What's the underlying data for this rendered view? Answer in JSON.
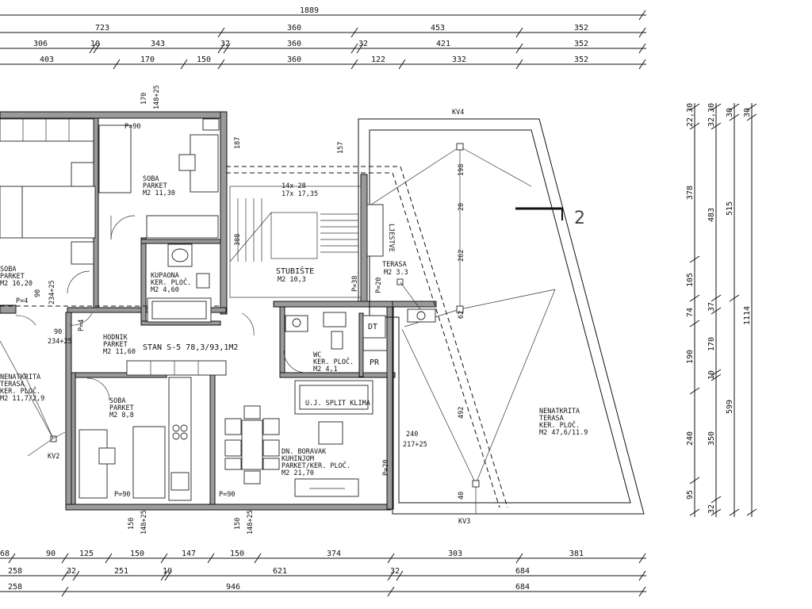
{
  "top_dims": {
    "row1": [
      "1889"
    ],
    "row2": [
      "723",
      "360",
      "453",
      "352"
    ],
    "row3": [
      "306",
      "10",
      "343",
      "32",
      "360",
      "32",
      "421",
      "352"
    ],
    "row4": [
      "403",
      "170",
      "150",
      "360",
      "122",
      "332",
      "352"
    ]
  },
  "bottom_dims": {
    "row1": [
      "68",
      "90",
      "125",
      "150",
      "147",
      "150",
      "374",
      "303",
      "381"
    ],
    "row2": [
      "258",
      "32",
      "251",
      "10",
      "621",
      "32",
      "684"
    ],
    "row3": [
      "258",
      "946",
      "684"
    ]
  },
  "right_dims": {
    "col1": [
      "22,30",
      "378",
      "105",
      "74",
      "190",
      "240",
      "95"
    ],
    "col2": [
      "32,30",
      "483",
      "37",
      "170",
      "10",
      "350",
      "32"
    ],
    "col3": [
      "30",
      "515",
      "599"
    ],
    "col4": [
      "30",
      "1114"
    ]
  },
  "section_marker": "2",
  "rooms": {
    "soba1": {
      "name": "SOBA",
      "floor": "PARKET",
      "area": "M2 11,30"
    },
    "soba2": {
      "name": "SOBA",
      "floor": "PARKET",
      "area": "M2 16,20"
    },
    "kupaona": {
      "name": "KUPAONA",
      "floor": "KER. PLOČ.",
      "area": "M2 4,60"
    },
    "stubiste": {
      "name": "STUBIŠTE",
      "area": "M2 10,3"
    },
    "stairs_info1": "14x 28",
    "stairs_info2": "17x 17,35",
    "ljestve": "LJESTVE",
    "terasa_small": {
      "name": "TERASA",
      "area": "M2 3.3"
    },
    "hodnik": {
      "name": "HODNIK",
      "floor": "PARKET",
      "area": "M2 11,60"
    },
    "stan": "STAN S-5  78,3/93,1M2",
    "wc": {
      "name": "WC",
      "floor": "KER. PLOČ.",
      "area": "M2 4,1"
    },
    "soba3": {
      "name": "SOBA",
      "floor": "PARKET",
      "area": "M2 8,8"
    },
    "dn": {
      "name": "DN. BORAVAK",
      "sub": "KUHINJOM",
      "floor": "PARKET/KER. PLOČ.",
      "area": "M2 21,70"
    },
    "nenatkrita_left": {
      "name": "NENATKRITA",
      "sub": "TERASA",
      "floor": "KER. PLOČ.",
      "area": "M2 11,7/2,9"
    },
    "nenatkrita_right": {
      "name": "NENATKRITA",
      "sub": "TERASA",
      "floor": "KER. PLOČ.",
      "area": "M2 47,6/11.9"
    },
    "uj_split": "U.J. SPLIT KLIMA",
    "dt": "DT",
    "pr": "PR"
  },
  "annotations": {
    "kv4": "KV4",
    "kv3": "KV3",
    "kv2": "KV2",
    "p90_1": "P=90",
    "p90_2": "P=90",
    "p90_3": "P=90",
    "p4_1": "P=4",
    "p4_2": "P=4",
    "p38": "P=38",
    "p20_1": "P=20",
    "p20_2": "P=20",
    "d170": "170",
    "d148": "148+25",
    "d187": "187",
    "d157": "157",
    "d308": "308",
    "d90a": "90",
    "d234a": "234+25",
    "d90b": "90",
    "d234b": "234+25",
    "d150a": "150",
    "d148a": "148+25",
    "d150b": "150",
    "d148b": "148+25",
    "d240": "240",
    "d217": "217+25",
    "t198": "198",
    "t20": "20",
    "t262": "262",
    "t62": "62",
    "t492": "492",
    "t40": "40"
  }
}
